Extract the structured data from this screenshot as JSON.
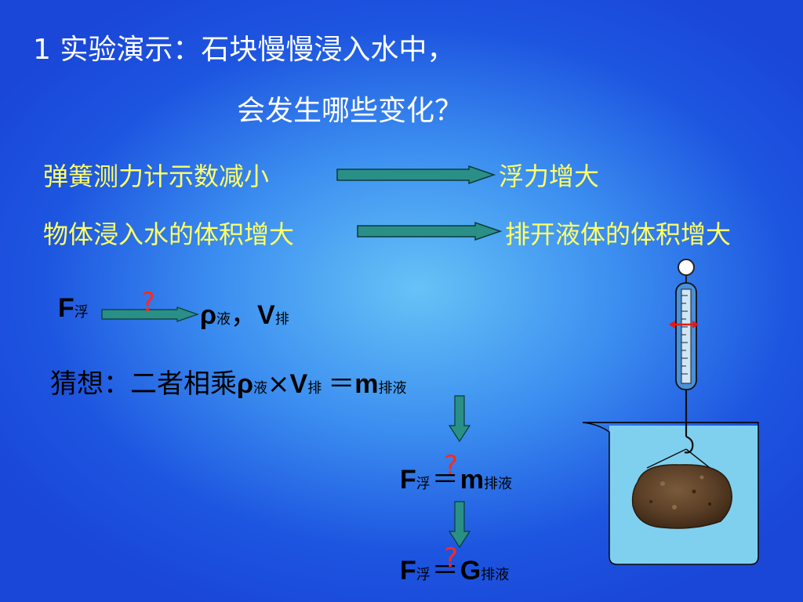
{
  "slide": {
    "title_line1": "1 实验演示：石块慢慢浸入水中，",
    "title_line2": "会发生哪些变化？",
    "row1": {
      "left": "弹簧测力计示数减小",
      "right": "浮力增大"
    },
    "row2": {
      "left": "物体浸入水的体积增大",
      "right": "排开液体的体积增大"
    },
    "relation": {
      "F": "F",
      "F_sub": "浮",
      "question": "?",
      "rho": "ρ",
      "rho_sub": "液",
      "comma": "，",
      "V": "V",
      "V_sub": "排"
    },
    "guess": {
      "label": "猜想：二者相乘",
      "rho": "ρ",
      "rho_sub": "液",
      "times": "×",
      "V": "V",
      "V_sub": "排",
      "equals": "＝",
      "m": "m",
      "m_sub": "排液"
    },
    "step2": {
      "F": "F",
      "F_sub": "浮",
      "question": "?",
      "m": "m",
      "m_sub": "排液"
    },
    "step3": {
      "F": "F",
      "F_sub": "浮",
      "question": "?",
      "G": "G",
      "G_sub": "排液"
    }
  },
  "colors": {
    "title": "#ffffff",
    "highlight_text": "#ffff66",
    "arrow_fill": "#2a8f86",
    "question_mark": "#ff2a1a",
    "beaker_water": "#7fd0ef"
  }
}
